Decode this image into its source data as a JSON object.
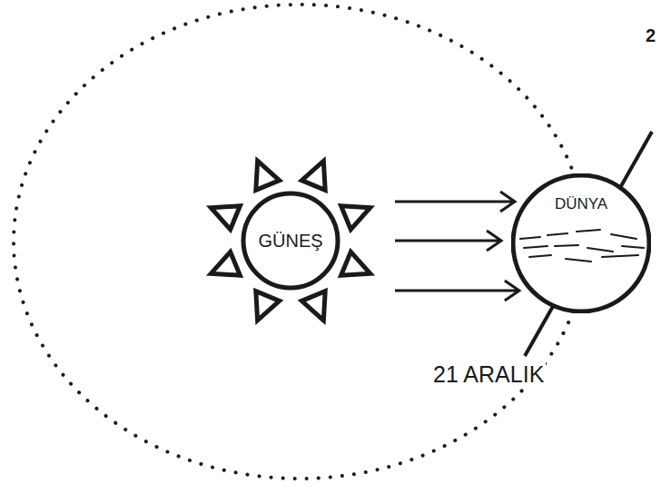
{
  "diagram": {
    "nodes": [
      {
        "text": [
          "GÜNEŞ"
        ]
      },
      {
        "text": [
          "DÜNYA"
        ]
      }
    ],
    "edges": [
      {
        "from": 0,
        "to": 1,
        "arrow": "to"
      },
      {
        "from": 0,
        "to": 1,
        "arrow": "to"
      },
      {
        "from": 0,
        "to": 1,
        "arrow": "to"
      }
    ],
    "labels": [
      "21 ARALIK",
      "2"
    ]
  }
}
